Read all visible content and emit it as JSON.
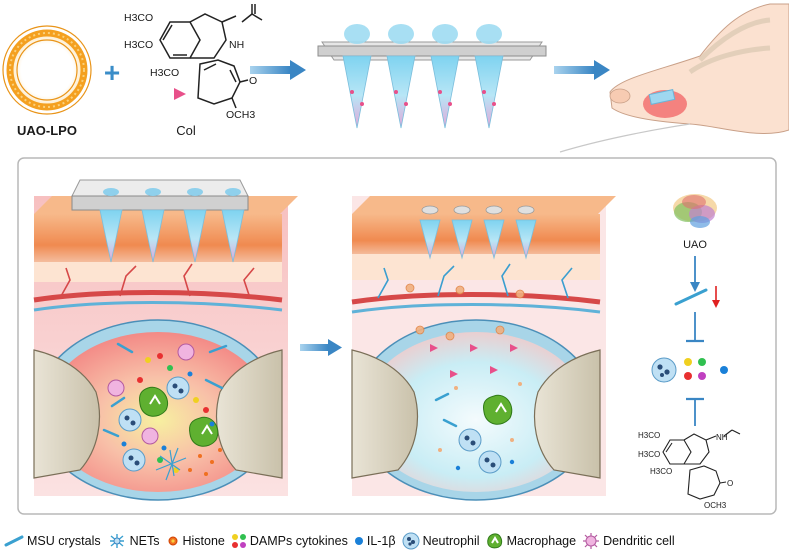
{
  "top": {
    "liposome_label": "UAO-LPO",
    "drug_label": "Col",
    "plus": "+",
    "molecule": {
      "methoxy_1": "H3CO",
      "methoxy_2": "H3CO",
      "methoxy_3": "H3CO",
      "amide": "NH",
      "ketone_o": "O",
      "methoxy_4": "OCH3"
    }
  },
  "mechanism": {
    "uao_label": "UAO",
    "molecule": {
      "methoxy_1": "H3CO",
      "methoxy_2": "H3CO",
      "methoxy_3": "H3CO",
      "amide": "NH",
      "ketone_o": "O",
      "methoxy_4": "OCH3"
    }
  },
  "legend": [
    {
      "icon": "msu-crystal-icon",
      "label": "MSU crystals"
    },
    {
      "icon": "net-icon",
      "label": "NETs"
    },
    {
      "icon": "histone-icon",
      "label": "Histone"
    },
    {
      "icon": "damps-icon",
      "label": "DAMPs cytokines"
    },
    {
      "icon": "il1b-icon",
      "label": "IL-1β"
    },
    {
      "icon": "neutrophil-icon",
      "label": "Neutrophil"
    },
    {
      "icon": "macrophage-icon",
      "label": "Macrophage"
    },
    {
      "icon": "dendritic-cell-icon",
      "label": "Dendritic cell"
    }
  ],
  "colors": {
    "liposome": "#f4a020",
    "arrow": "#4a90c8",
    "skin": "#f4a070",
    "inflammation": "#f07a7a",
    "synovial_fluid": "#bfe6f0",
    "msu": "#5fb8dc"
  }
}
